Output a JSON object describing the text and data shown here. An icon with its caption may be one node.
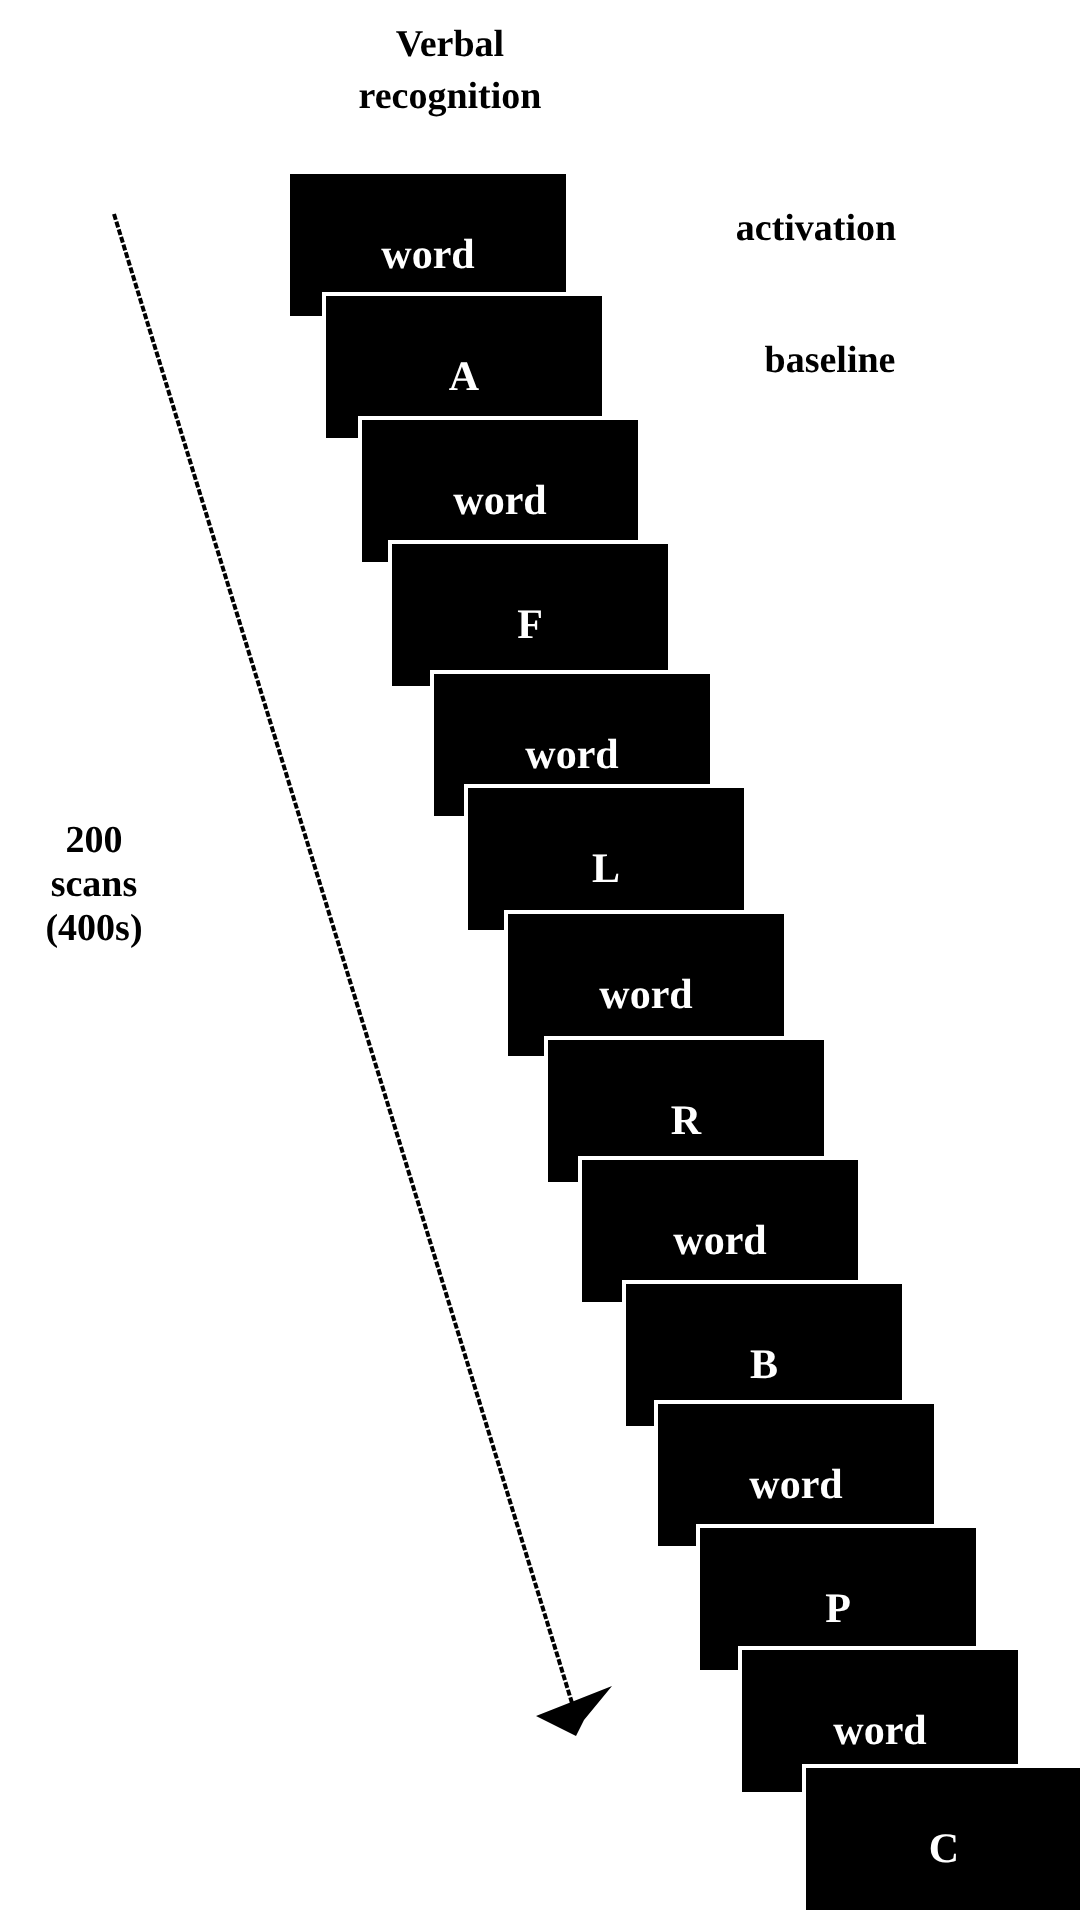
{
  "diagram": {
    "title": "Verbal recognition",
    "nodes": [
      {
        "text": [
          "word"
        ]
      },
      {
        "text": [
          "A"
        ]
      },
      {
        "text": [
          "word"
        ]
      },
      {
        "text": [
          "F"
        ]
      },
      {
        "text": [
          "word"
        ]
      },
      {
        "text": [
          "L"
        ]
      },
      {
        "text": [
          "word"
        ]
      },
      {
        "text": [
          "R"
        ]
      },
      {
        "text": [
          "word"
        ]
      },
      {
        "text": [
          "B"
        ]
      },
      {
        "text": [
          "word"
        ]
      },
      {
        "text": [
          "P"
        ]
      },
      {
        "text": [
          "word"
        ]
      },
      {
        "text": [
          "C"
        ]
      }
    ],
    "labels": [
      "activation",
      "baseline",
      "200 scans (400s)"
    ]
  }
}
